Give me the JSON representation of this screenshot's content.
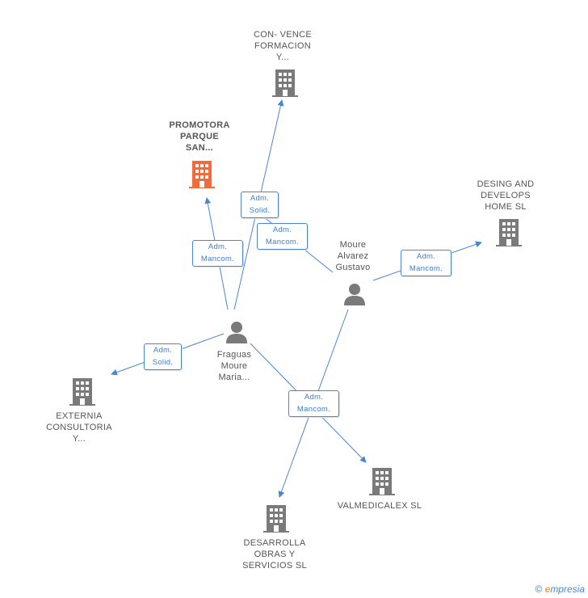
{
  "companies": {
    "promotora": {
      "lines": [
        "PROMOTORA",
        "PARQUE",
        "SAN..."
      ]
    },
    "convence": {
      "lines": [
        "CON- VENCE",
        "FORMACION",
        "Y..."
      ]
    },
    "desing": {
      "lines": [
        "DESING AND",
        "DEVELOPS",
        "HOME SL"
      ]
    },
    "externia": {
      "lines": [
        "EXTERNIA",
        "CONSULTORIA",
        "Y..."
      ]
    },
    "valmedicalex": {
      "lines": [
        "VALMEDICALEX SL"
      ]
    },
    "desarrolla": {
      "lines": [
        "DESARROLLA",
        "OBRAS Y",
        "SERVICIOS  SL"
      ]
    }
  },
  "persons": {
    "moure": {
      "lines": [
        "Moure",
        "Alvarez",
        "Gustavo"
      ]
    },
    "fraguas": {
      "lines": [
        "Fraguas",
        "Moure",
        "Maria..."
      ]
    }
  },
  "roles": {
    "adm_solid": [
      "Adm.",
      "Solid."
    ],
    "adm_mancom": [
      "Adm.",
      "Mancom."
    ]
  },
  "colors": {
    "main_company": "#f26b3a",
    "company": "#7a7a7a",
    "person": "#7a7a7a",
    "edge": "#4a86d4"
  },
  "footer": {
    "copyright": "©",
    "brand_initial": "e",
    "brand_rest": "mpresia"
  }
}
